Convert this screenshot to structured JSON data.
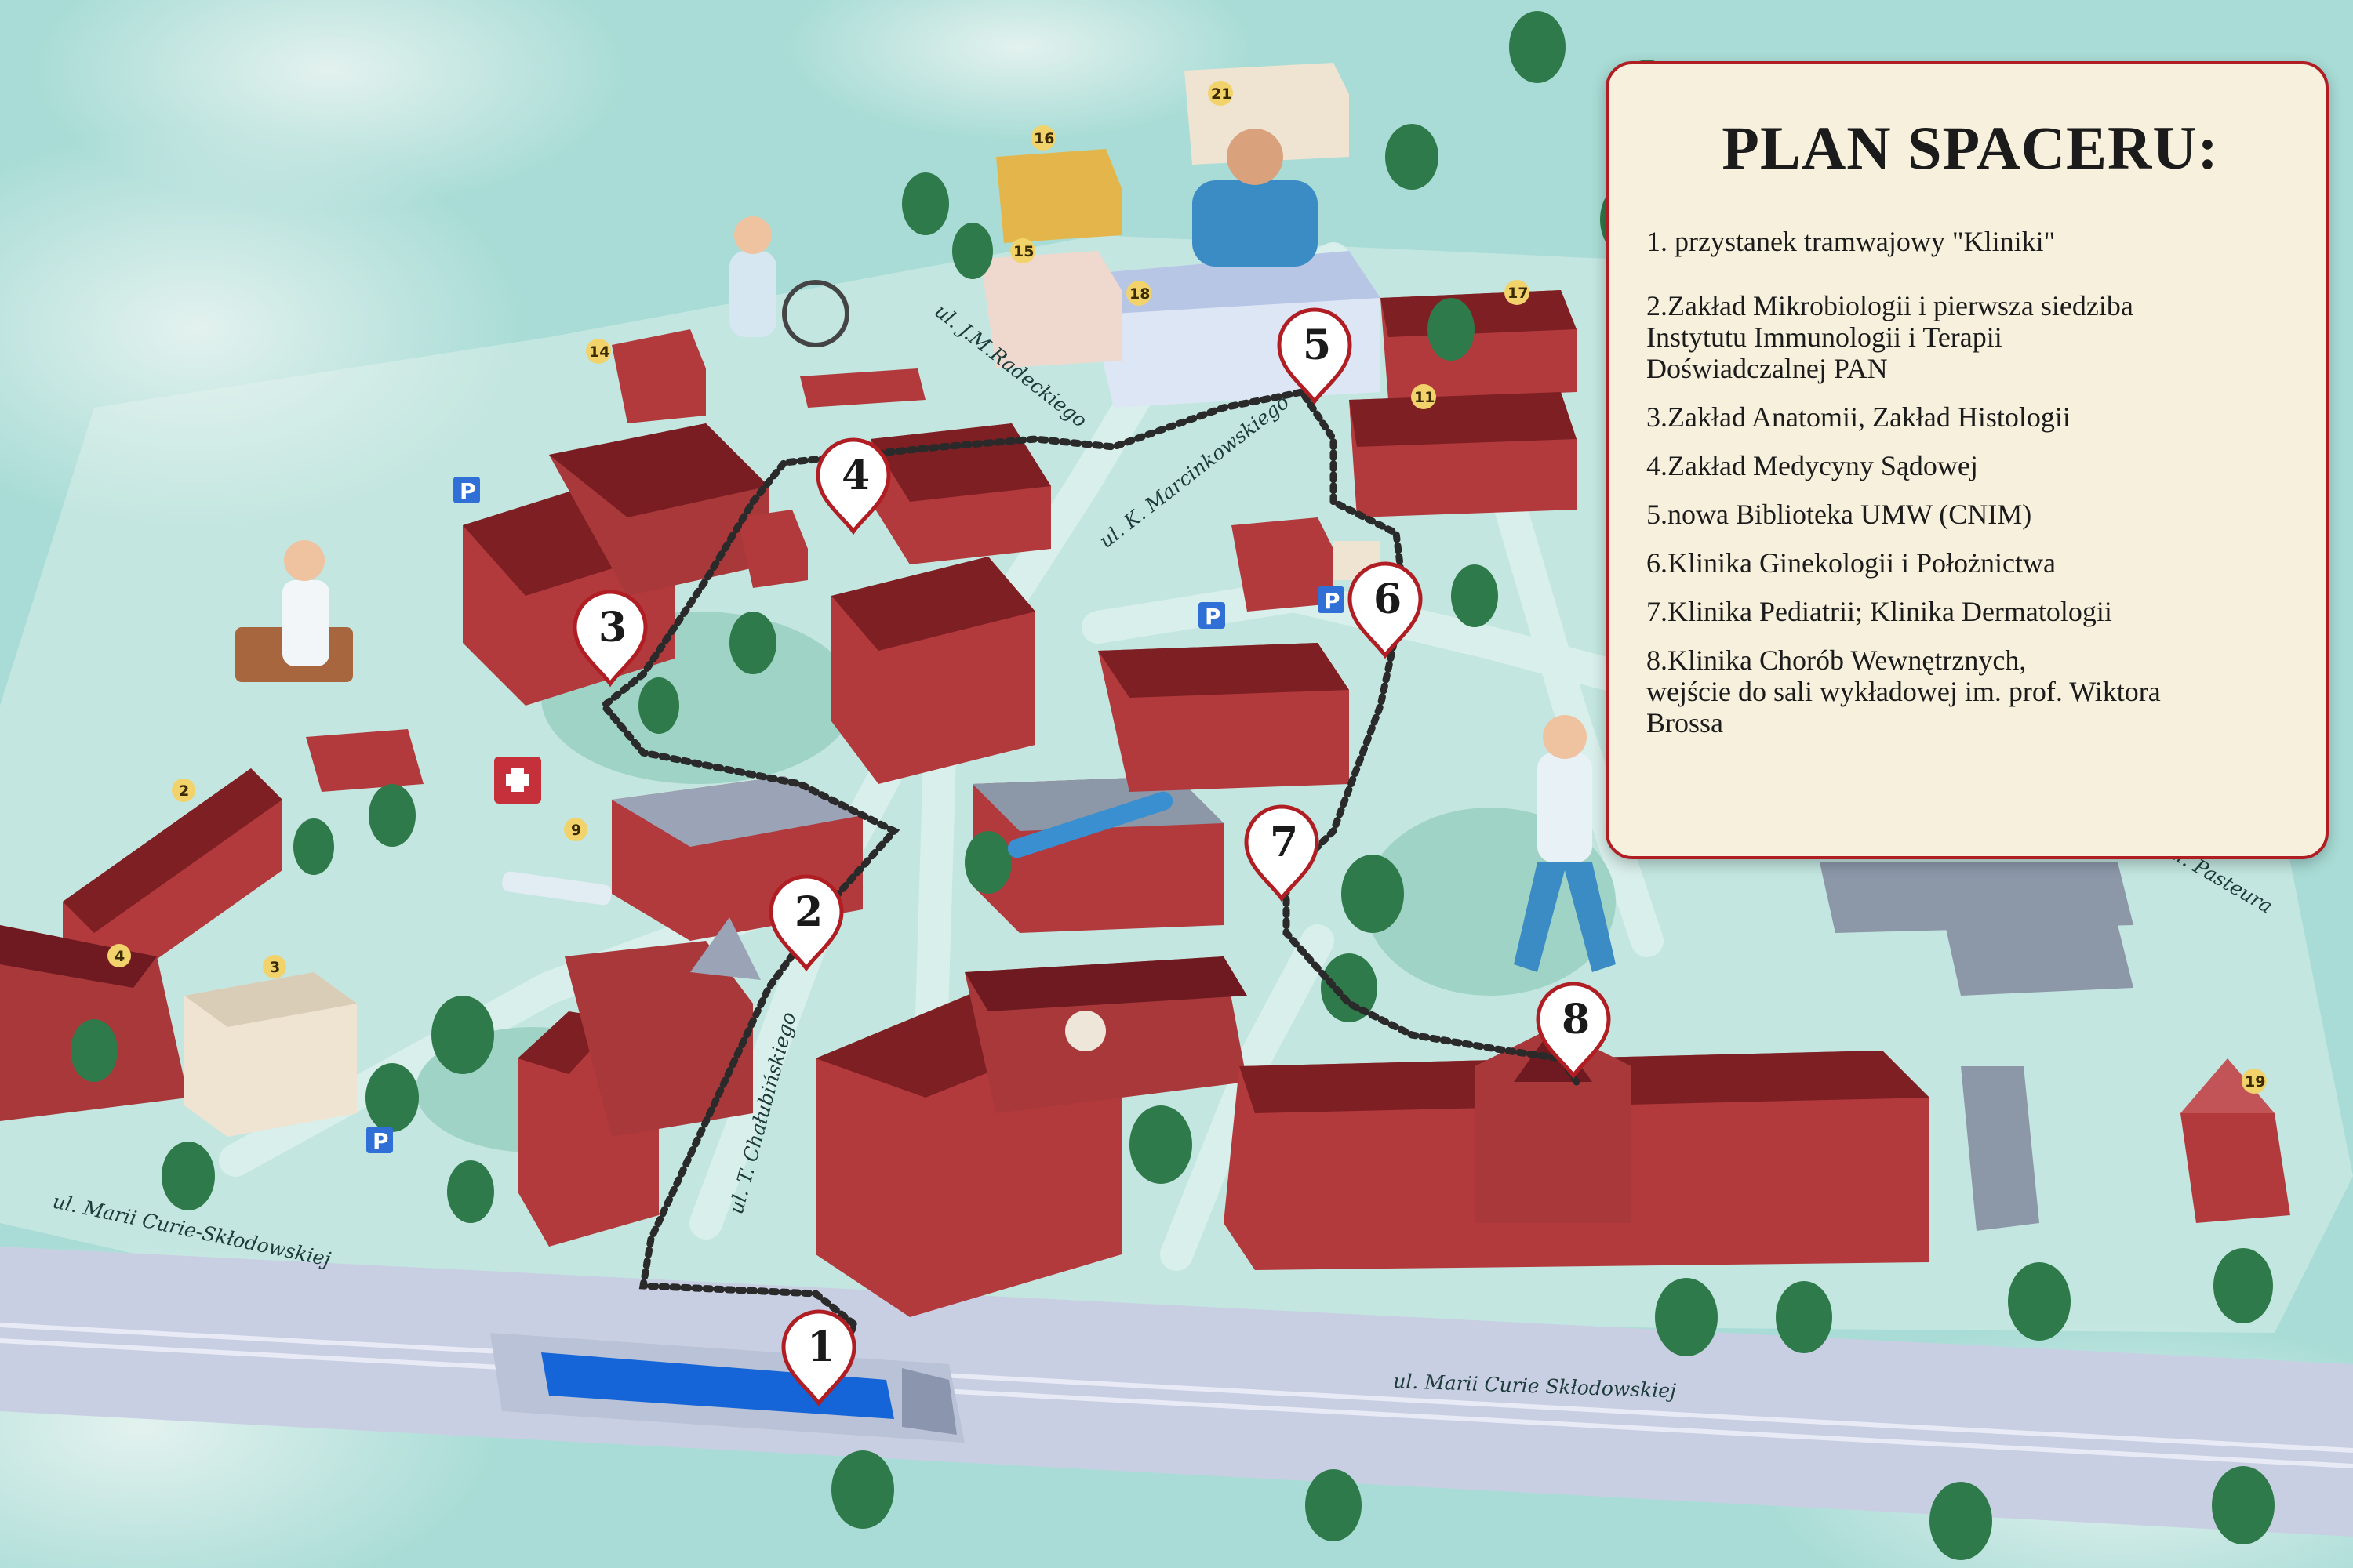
{
  "legend": {
    "title": "PLAN SPACERU:",
    "items": [
      "1. przystanek tramwajowy \"Kliniki\"",
      "2.Zakład Mikrobiologii i pierwsza siedziba\n  Instytutu Immunologii i Terapii\n  Doświadczalnej PAN",
      "3.Zakład Anatomii, Zakład Histologii",
      "4.Zakład Medycyny Sądowej",
      "5.nowa Biblioteka UMW (CNIM)",
      "6.Klinika Ginekologii i Położnictwa",
      "7.Klinika Pediatrii; Klinika Dermatologii",
      "8.Klinika Chorób Wewnętrznych,\n  wejście do sali wykładowej im. prof. Wiktora\n  Brossa"
    ]
  },
  "streets": {
    "curie_left": "ul. Marii Curie-Skłodowskiej",
    "curie_bottom": "ul. Marii Curie Skłodowskiej",
    "chalubinskiego": "ul. T. Chałubińskiego",
    "radeckiego": "ul. J.M.Radeckiego",
    "marcinkowskiego": "ul. K. Marcinkowskiego",
    "pasteura": "ul. Pasteura"
  },
  "markers": [
    "1",
    "2",
    "3",
    "4",
    "5",
    "6",
    "7",
    "8"
  ],
  "small_labels": [
    "2",
    "3",
    "4",
    "9",
    "11",
    "14",
    "15",
    "16",
    "17",
    "18",
    "19",
    "21"
  ],
  "parking_symbol": "P",
  "colors": {
    "water": "#a9dcd6",
    "building": "#b23a3c",
    "roof": "#7e1f24",
    "tree": "#2f7a4a",
    "route": "#2a2a2a",
    "tram_stop": "#1565d8",
    "legend_border": "#b01e23",
    "legend_bg": "#f6f0dc"
  }
}
